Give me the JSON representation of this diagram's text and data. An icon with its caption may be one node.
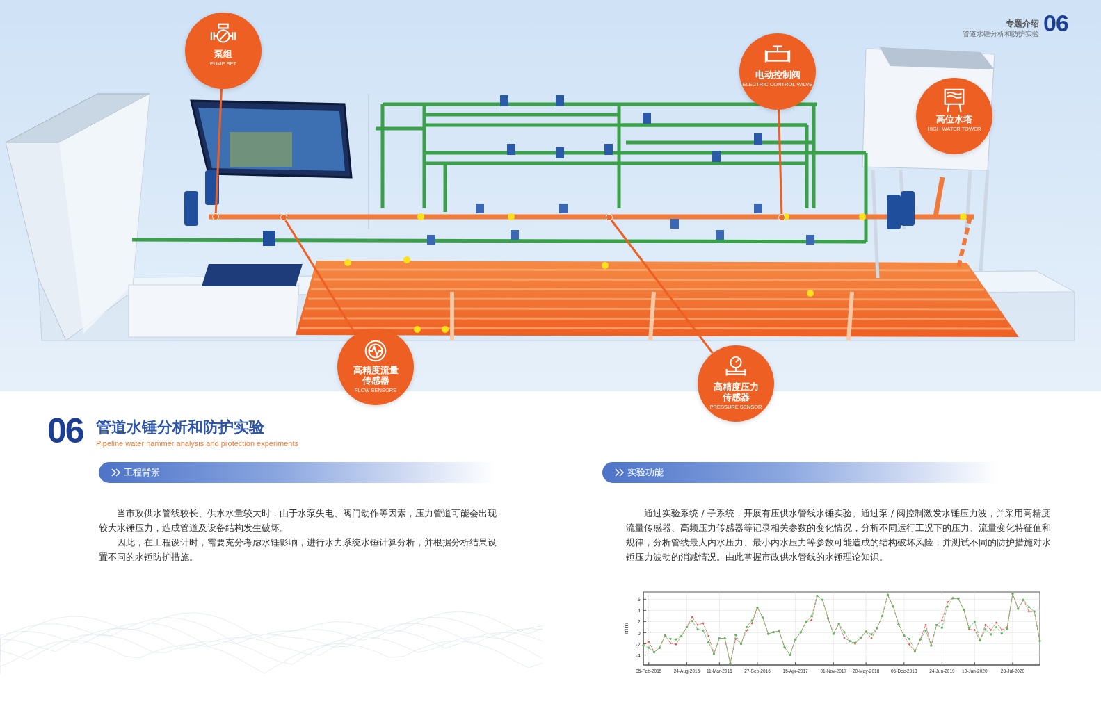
{
  "diagram": {
    "nodes": [
      {
        "text": [
          "泵组",
          "PUMP SET"
        ]
      },
      {
        "text": [
          "电动控制阀",
          "ELECTRIC CONTROL VALVE"
        ]
      },
      {
        "text": [
          "高位水塔",
          "HIGH WATER TOWER"
        ]
      },
      {
        "text": [
          "高精度流量传感器",
          "FLOW SENSORS"
        ]
      },
      {
        "text": [
          "高精度压力传感器",
          "PRESSURE SENSOR"
        ]
      },
      {
        "text": [],
        "shape": "circle"
      },
      {
        "text": [],
        "shape": "circle"
      },
      {
        "text": [],
        "shape": "circle"
      },
      {
        "text": [],
        "shape": "circle"
      },
      {
        "text": [
          "工程背景"
        ]
      },
      {
        "text": [
          "实验功能"
        ]
      }
    ],
    "edges": [
      {
        "from": 0,
        "to": 5,
        "arrow": "none"
      },
      {
        "from": 1,
        "to": 8,
        "arrow": "none"
      },
      {
        "from": 3,
        "to": 6,
        "arrow": "none"
      },
      {
        "from": 4,
        "to": 7,
        "arrow": "none"
      }
    ],
    "labels": [
      "专题介绍",
      "管道水锤分析和防护实验",
      "06",
      "06",
      "管道水锤分析和防护实验",
      "Pipeline water hammer analysis and protection experiments",
      "当市政供水管线较长、供水水量较大时，由于水泵失电、阀门动作等因素，压力管道可能会出现较大水锤压力，造成管道及设备结构发生破坏。",
      "因此，在工程设计时，需要充分考虑水锤影响，进行水力系统水锤计算分析，并根据分析结果设置不同的水锤防护措施。",
      "通过实验系统 / 子系统，开展有压供水管线水锤实验。通过泵 / 阀控制激发水锤压力波，并采用高精度流量传感器、高频压力传感器等记录相关参数的变化情况，分析不同运行工况下的压力、流量变化特征值和规律，分析管线最大内水压力、最小内水压力等参数可能造成的结构破坏风险，并测试不同的防护措施对水锤压力波动的消减情况。由此掌握市政供水管线的水锤理论知识。"
    ],
    "chart_data": {
      "type": "line",
      "ylabel": "mm",
      "ylim": [
        -5.8,
        7.3
      ],
      "grid": true,
      "categories": [
        null,
        "05-Feb-2015",
        null,
        null,
        null,
        null,
        null,
        null,
        "24-Aug-2015",
        null,
        null,
        null,
        null,
        null,
        "11-Mar-2016",
        null,
        null,
        null,
        null,
        null,
        null,
        "27-Sep-2016",
        null,
        null,
        null,
        null,
        null,
        null,
        "15-Apr-2017",
        null,
        null,
        null,
        null,
        null,
        null,
        "01-Nov-2017",
        null,
        null,
        null,
        null,
        null,
        "20-May-2018",
        null,
        null,
        null,
        null,
        null,
        null,
        "06-Dec-2018",
        null,
        null,
        null,
        null,
        null,
        null,
        "24-Jun-2019",
        null,
        null,
        null,
        null,
        null,
        "10-Jan-2020",
        null,
        null,
        null,
        null,
        null,
        null,
        "28-Jul-2020",
        null,
        null,
        null,
        null,
        null
      ],
      "yticks": [
        -4,
        -2,
        0,
        2,
        4,
        6
      ],
      "series": [
        {
          "color": "#d9534f",
          "line_style": "dashed",
          "values": [
            -2.3,
            -1.6,
            -3.5,
            -2.7,
            -0.5,
            -1.9,
            -2.1,
            -0.6,
            1.0,
            2.8,
            1.4,
            1.7,
            -0.6,
            -3.8,
            -1.0,
            -1.0,
            -5.5,
            -1.1,
            -2.0,
            0.4,
            1.7,
            4.5,
            2.7,
            -0.2,
            0.1,
            0.3,
            -2.6,
            -4.0,
            -1.2,
            0.1,
            2.0,
            2.3,
            6.6,
            5.9,
            2.6,
            -0.2,
            1.6,
            -0.9,
            -1.5,
            -2.0,
            -0.9,
            0.2,
            -1.0,
            0.8,
            3.0,
            6.8,
            4.7,
            1.5,
            -0.5,
            -2.1,
            -3.4,
            -1.2,
            1.4,
            -2.3,
            1.4,
            2.2,
            5.5,
            6.2,
            6.1,
            4.1,
            0.6,
            0.5,
            -1.4,
            1.4,
            0.5,
            1.8,
            0.5,
            1.0,
            7.0,
            4.3,
            5.9,
            3.8,
            3.8,
            -1.5
          ]
        },
        {
          "color": "#5cb85c",
          "line_style": "dashed",
          "values": [
            -2.3,
            -2.7,
            -3.5,
            -2.7,
            -0.5,
            -1.1,
            -1.2,
            -0.6,
            1.0,
            2.1,
            0.6,
            0.4,
            -1.7,
            -3.8,
            -1.0,
            -1.0,
            -5.5,
            -0.4,
            -2.0,
            1.0,
            2.2,
            4.5,
            2.7,
            -0.2,
            0.1,
            0.3,
            -2.6,
            -4.0,
            -1.2,
            0.1,
            2.0,
            3.0,
            6.6,
            5.9,
            2.6,
            -0.2,
            1.6,
            0.1,
            -1.5,
            -1.8,
            -0.9,
            0.2,
            -0.3,
            0.8,
            3.0,
            6.8,
            4.7,
            1.5,
            -0.5,
            -1.1,
            -3.4,
            -1.2,
            0.4,
            -2.3,
            1.4,
            0.9,
            4.7,
            6.2,
            6.1,
            4.1,
            0.9,
            2.0,
            -1.4,
            0.6,
            -0.3,
            1.0,
            -0.1,
            0.7,
            7.0,
            4.3,
            5.9,
            4.6,
            3.8,
            -1.5
          ]
        }
      ]
    }
  }
}
